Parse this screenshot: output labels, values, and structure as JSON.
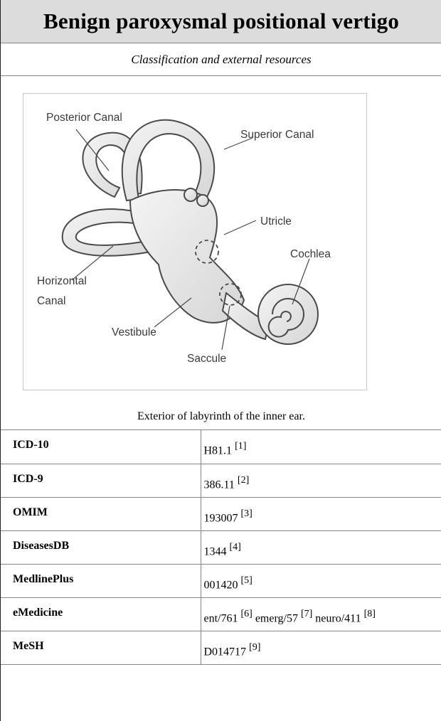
{
  "title": "Benign paroxysmal positional vertigo",
  "subtitle": "Classification and external resources",
  "figure": {
    "labels": {
      "posterior": "Posterior Canal",
      "superior": "Superior Canal",
      "utricle": "Utricle",
      "cochlea": "Cochlea",
      "horizontal_line1": "Horizontal",
      "horizontal_line2": "Canal",
      "vestibule": "Vestibule",
      "saccule": "Saccule"
    },
    "caption": "Exterior of labyrinth of the inner ear."
  },
  "rows": [
    {
      "key": "ICD-10",
      "entries": [
        {
          "code": "H81.1",
          "ref": "[1]"
        }
      ]
    },
    {
      "key": "ICD-9",
      "entries": [
        {
          "code": "386.11",
          "ref": "[2]"
        }
      ]
    },
    {
      "key": "OMIM",
      "entries": [
        {
          "code": "193007",
          "ref": "[3]"
        }
      ]
    },
    {
      "key": "DiseasesDB",
      "entries": [
        {
          "code": "1344",
          "ref": "[4]"
        }
      ]
    },
    {
      "key": "MedlinePlus",
      "entries": [
        {
          "code": "001420",
          "ref": "[5]"
        }
      ]
    },
    {
      "key": "eMedicine",
      "entries": [
        {
          "code": "ent/761",
          "ref": "[6]"
        },
        {
          "code": "emerg/57",
          "ref": "[7]"
        },
        {
          "code": "neuro/411",
          "ref": "[8]"
        }
      ]
    },
    {
      "key": "MeSH",
      "entries": [
        {
          "code": "D014717",
          "ref": "[9]"
        }
      ]
    }
  ]
}
